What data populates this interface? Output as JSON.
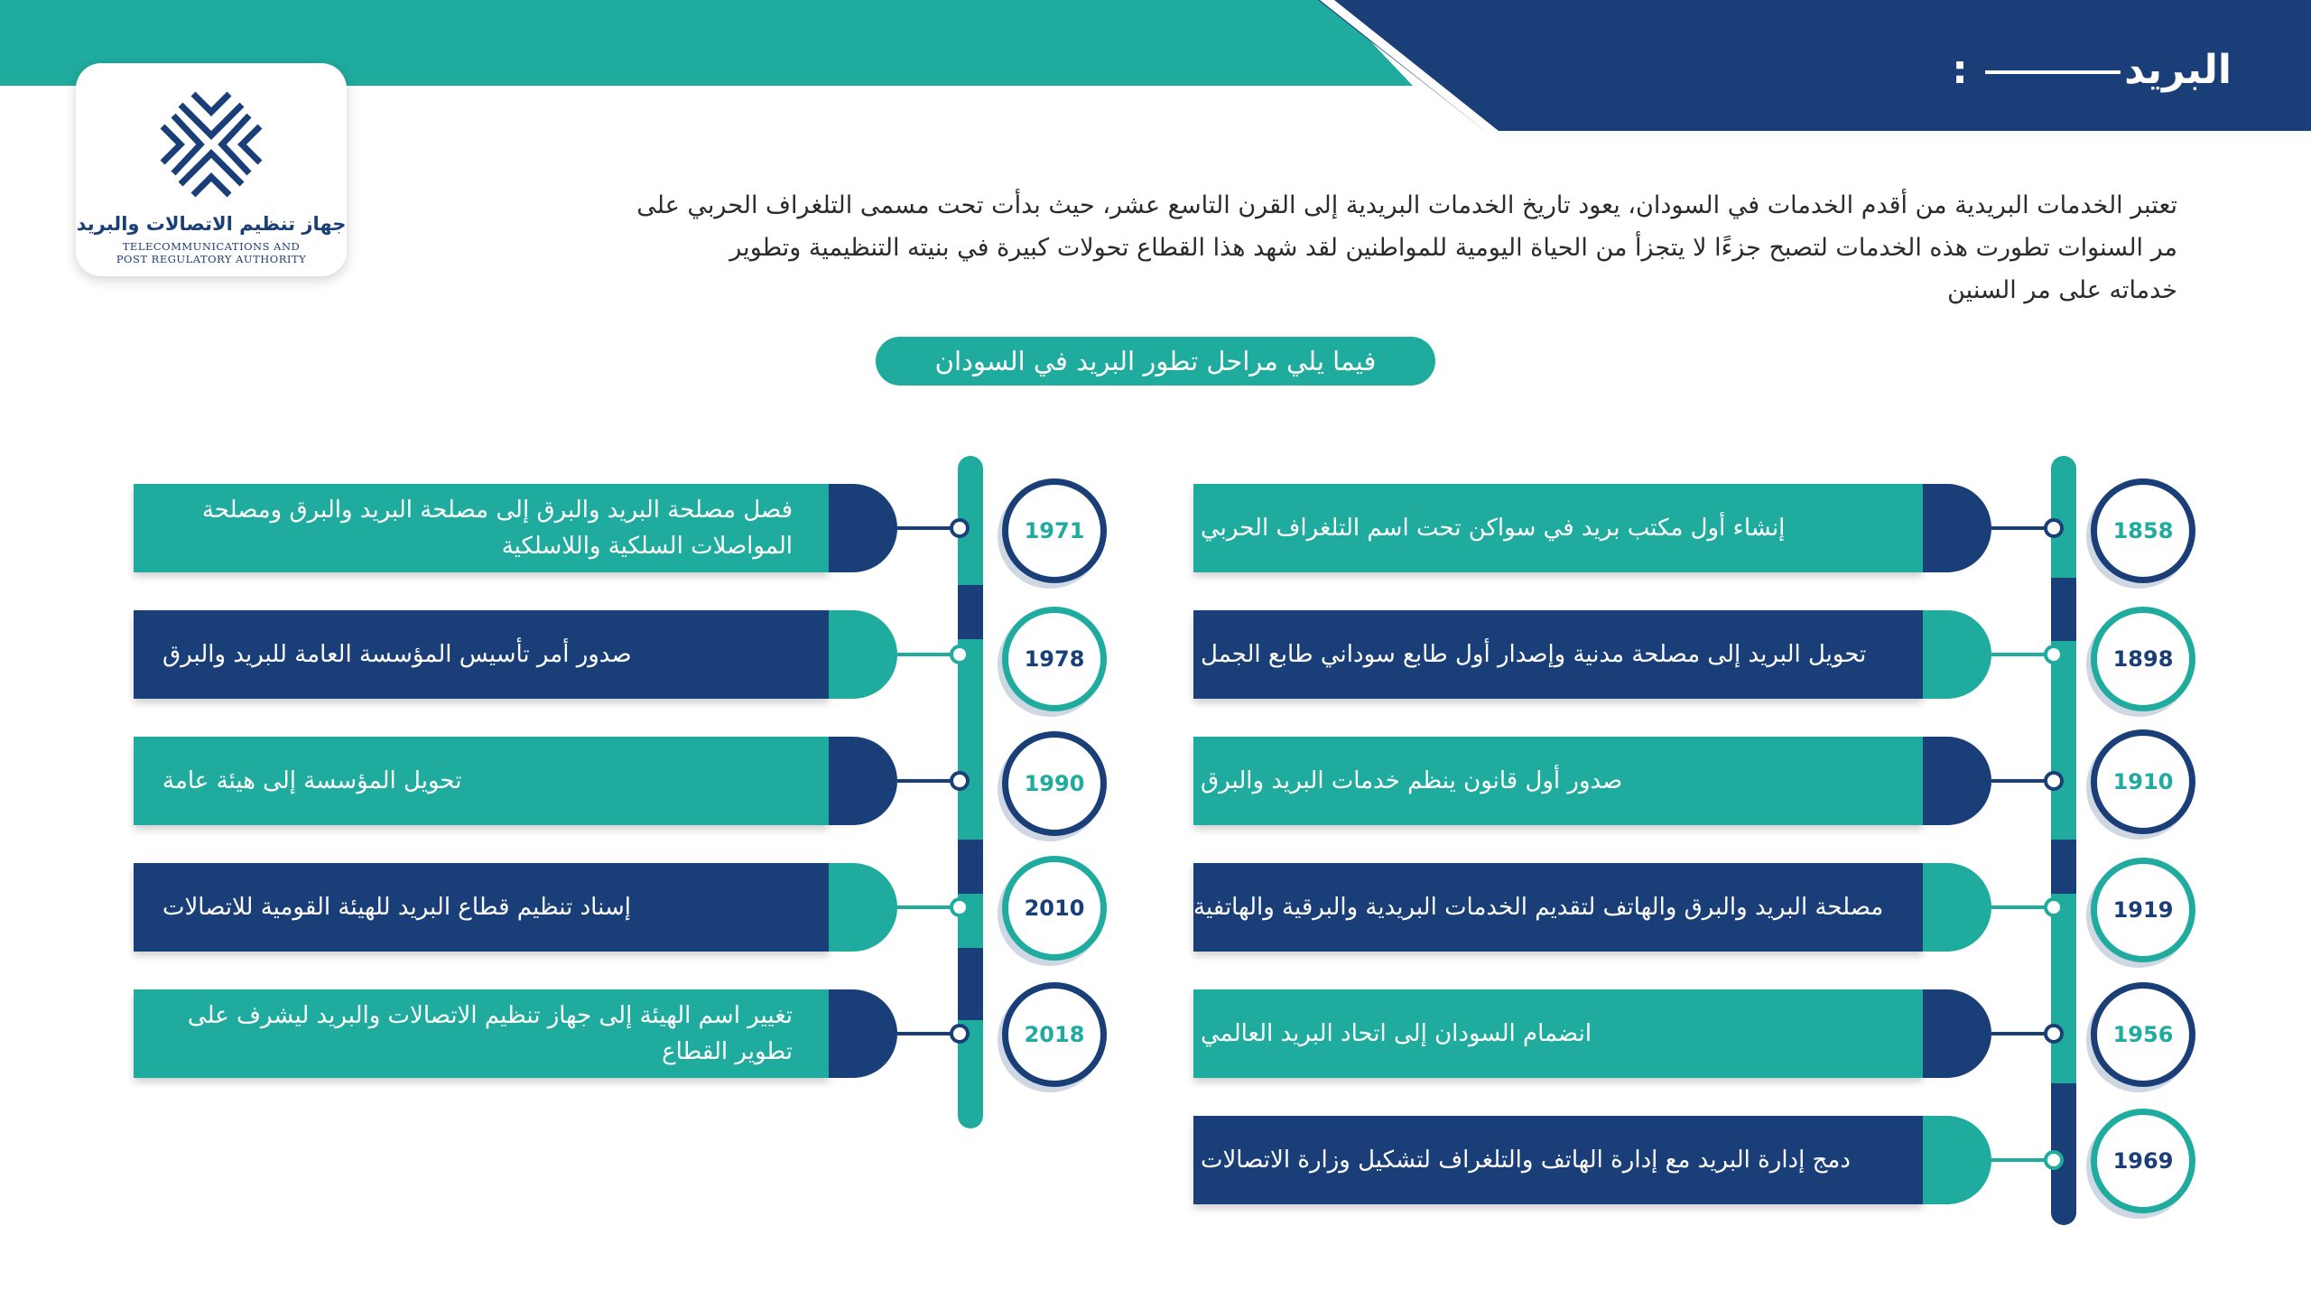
{
  "header": {
    "title": "البريد",
    "colors": {
      "navy": "#1a3f78",
      "teal": "#20ab9f",
      "shadow": "#cfd8e2"
    }
  },
  "logo": {
    "arabic_name": "جهاز تنظيم الاتصالات والبريد",
    "english_line1": "TELECOMMUNICATIONS AND",
    "english_line2": "POST REGULATORY AUTHORITY"
  },
  "intro": {
    "line1": "تعتبر الخدمات البريدية من أقدم الخدمات في السودان، يعود تاريخ الخدمات البريدية إلى القرن التاسع عشر، حيث بدأت تحت مسمى  التلغراف الحربي   على",
    "line2": "مر السنوات تطورت هذه الخدمات لتصبح جزءًا لا يتجزأ من الحياة اليومية للمواطنين  لقد شهد هذا القطاع تحولات كبيرة في بنيته التنظيمية وتطوير",
    "line3": "خدماته على مر السنين"
  },
  "section_pill": "فيما يلي مراحل تطور البريد في السودان",
  "timeline_right": [
    {
      "year": "1858",
      "text": "إنشاء أول مكتب بريد في سواكن تحت اسم  التلغراف الحربي"
    },
    {
      "year": "1898",
      "text": "تحويل البريد إلى مصلحة مدنية وإصدار أول طابع سوداني  طابع الجمل"
    },
    {
      "year": "1910",
      "text": "صدور أول قانون ينظم خدمات البريد والبرق"
    },
    {
      "year": "1919",
      "text": "إنشاء مصلحة البريد والبرق والهاتف لتقديم الخدمات البريدية والبرقية والهاتفية"
    },
    {
      "year": "1956",
      "text": "انضمام السودان إلى اتحاد البريد العالمي"
    },
    {
      "year": "1969",
      "text": "دمج إدارة البريد مع إدارة الهاتف والتلغراف لتشكيل وزارة الاتصالات"
    }
  ],
  "timeline_left": [
    {
      "year": "1971",
      "text": "فصل مصلحة البريد والبرق إلى مصلحة البريد والبرق ومصلحة المواصلات السلكية واللاسلكية"
    },
    {
      "year": "1978",
      "text": "صدور أمر تأسيس المؤسسة العامة للبريد والبرق"
    },
    {
      "year": "1990",
      "text": "تحويل المؤسسة إلى هيئة عامة"
    },
    {
      "year": "2010",
      "text": "إسناد تنظيم قطاع البريد للهيئة القومية للاتصالات"
    },
    {
      "year": "2018",
      "text": "تغيير اسم الهيئة إلى جهاز تنظيم الاتصالات والبريد ليشرف على تطوير القطاع"
    }
  ]
}
